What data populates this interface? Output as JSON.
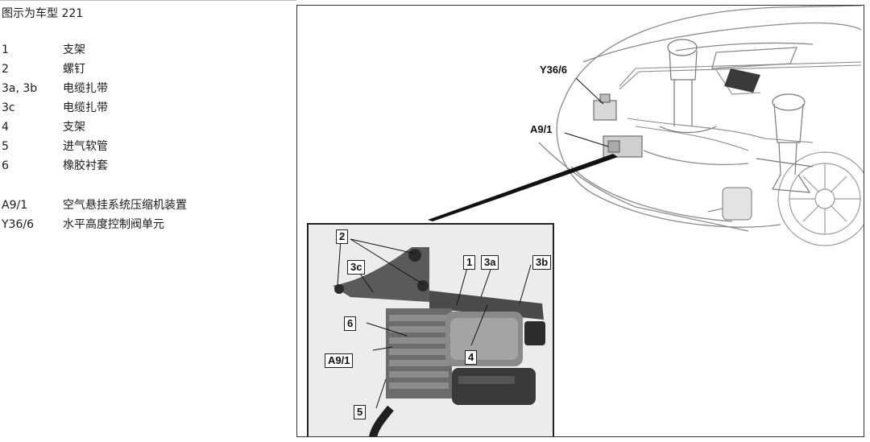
{
  "header": {
    "title": "图示为车型 221"
  },
  "legend": [
    {
      "key": "1",
      "text": "支架"
    },
    {
      "key": "2",
      "text": "螺钉"
    },
    {
      "key": "3a, 3b",
      "text": "电缆扎带"
    },
    {
      "key": "3c",
      "text": "电缆扎带"
    },
    {
      "key": "4",
      "text": "支架"
    },
    {
      "key": "5",
      "text": "进气软管"
    },
    {
      "key": "6",
      "text": "橡胶衬套"
    },
    {
      "key": "A9/1",
      "text": "空气悬挂系统压缩机装置"
    },
    {
      "key": "Y36/6",
      "text": "水平高度控制阀单元"
    }
  ],
  "diagram": {
    "main_callouts": {
      "y36": "Y36/6",
      "a9": "A9/1"
    },
    "inset_callouts": {
      "c2": "2",
      "c3c": "3c",
      "c1": "1",
      "c3a": "3a",
      "c3b": "3b",
      "c6": "6",
      "c4": "4",
      "ca9": "A9/1",
      "c5": "5"
    }
  }
}
